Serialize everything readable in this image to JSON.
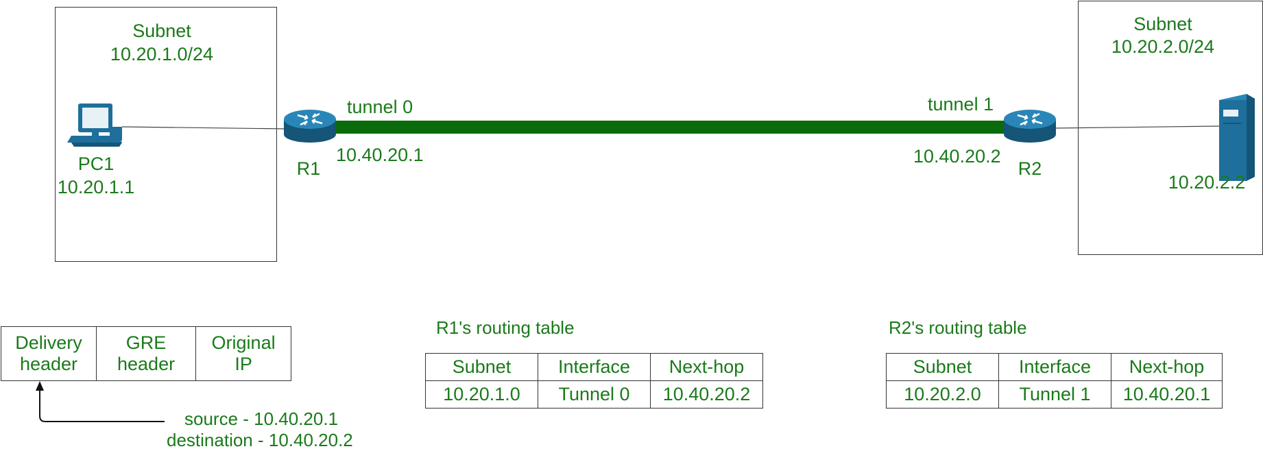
{
  "left_subnet": {
    "title": "Subnet",
    "cidr": "10.20.1.0/24"
  },
  "right_subnet": {
    "title": "Subnet",
    "cidr": "10.20.2.0/24"
  },
  "pc1": {
    "name": "PC1",
    "ip": "10.20.1.1",
    "icon": "desktop-pc-icon"
  },
  "server": {
    "ip": "10.20.2.2",
    "icon": "server-tower-icon"
  },
  "r1": {
    "name": "R1",
    "tunnel_label": "tunnel 0",
    "tunnel_ip": "10.40.20.1",
    "icon": "router-icon"
  },
  "r2": {
    "name": "R2",
    "tunnel_label": "tunnel 1",
    "tunnel_ip": "10.40.20.2",
    "icon": "router-icon"
  },
  "colors": {
    "text": "#1a7a1a",
    "tunnel": "#0a6b0a",
    "router": "#1e6f9b",
    "border": "#333333"
  },
  "packet": {
    "cells": [
      "Delivery header",
      "GRE header",
      "Original IP"
    ],
    "source": "source - 10.40.20.1",
    "destination": "destination - 10.40.20.2"
  },
  "r1_table": {
    "caption": "R1's routing table",
    "headers": [
      "Subnet",
      "Interface",
      "Next-hop"
    ],
    "row": [
      "10.20.1.0",
      "Tunnel 0",
      "10.40.20.2"
    ]
  },
  "r2_table": {
    "caption": "R2's routing table",
    "headers": [
      "Subnet",
      "Interface",
      "Next-hop"
    ],
    "row": [
      "10.20.2.0",
      "Tunnel 1",
      "10.40.20.1"
    ]
  }
}
